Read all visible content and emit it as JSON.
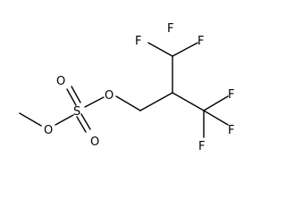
{
  "molecule": {
    "atom_labels": {
      "o_methoxy": "O",
      "s": "S",
      "o_upper": "O",
      "o_lower": "O",
      "o_ester": "O",
      "f1": "F",
      "f2": "F",
      "f3": "F",
      "f4": "F",
      "f5": "F",
      "f6": "F"
    }
  }
}
